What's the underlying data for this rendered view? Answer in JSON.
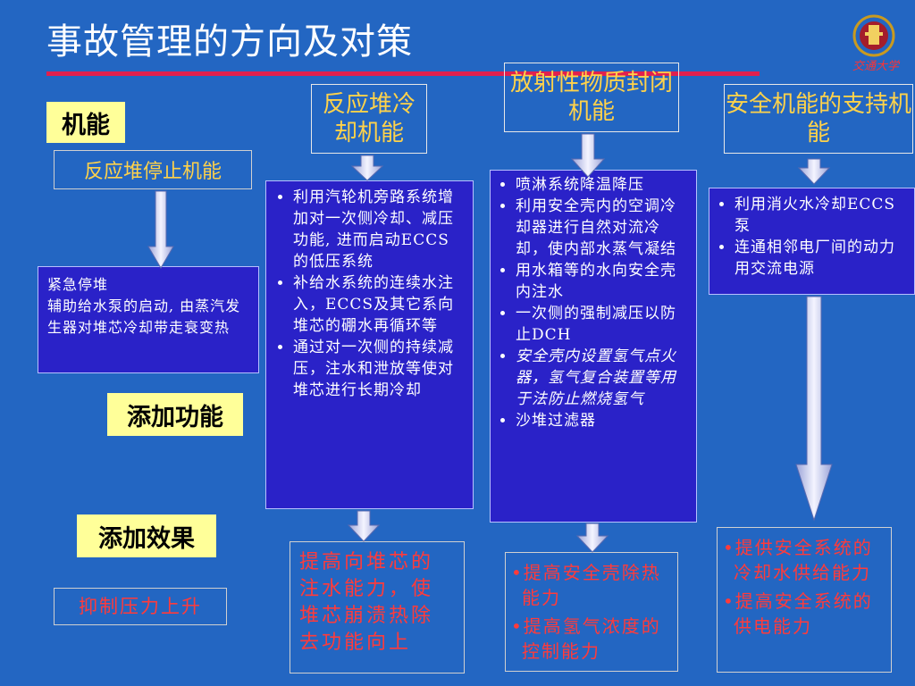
{
  "title": "事故管理的方向及对策",
  "logo_alt": "交通大学",
  "labels": {
    "function": "机能",
    "add_function": "添加功能",
    "add_effect": "添加效果"
  },
  "columns": {
    "stop": {
      "header": "反应堆停止机能",
      "body_lines": [
        "紧急停堆",
        "辅助给水泵的启动, 由蒸汽发生器对堆芯冷却带走衰变热"
      ],
      "effect": "抑制压力上升"
    },
    "cooling": {
      "header": "反应堆冷却机能",
      "items": [
        "利用汽轮机旁路系统增加对一次侧冷却、减压功能, 进而启动ECCS的低压系统",
        "补给水系统的连续水注入，ECCS及其它系向堆芯的硼水再循环等",
        "通过对一次侧的持续减压，注水和泄放等使对堆芯进行长期冷却"
      ],
      "effect": "提高向堆芯的注水能力，使堆芯崩溃热除去功能向上"
    },
    "containment": {
      "header": "放射性物质封闭机能",
      "items": [
        "喷淋系统降温降压",
        "利用安全壳内的空调冷却器进行自然对流冷却，使内部水蒸气凝结",
        "用水箱等的水向安全壳内注水",
        "一次侧的强制减压以防止DCH",
        "安全壳内设置氢气点火器，氢气复合装置等用于法防止燃烧氢气",
        "沙堆过滤器"
      ],
      "effect_items": [
        "提高安全壳除热能力",
        "提高氢气浓度的控制能力"
      ]
    },
    "support": {
      "header": "安全机能的支持机能",
      "items": [
        "利用消火水冷却ECCS泵",
        "连通相邻电厂间的动力用交流电源"
      ],
      "effect_items": [
        "提供安全系统的冷却水供给能力",
        "提高安全系统的供电能力"
      ]
    }
  },
  "colors": {
    "background": "#2366c2",
    "title_underline": "#e0204e",
    "header_text": "#ffd24a",
    "panel_bg": "#2a22c8",
    "label_bg": "#ffff99",
    "effect_text": "#ff3b3b"
  }
}
